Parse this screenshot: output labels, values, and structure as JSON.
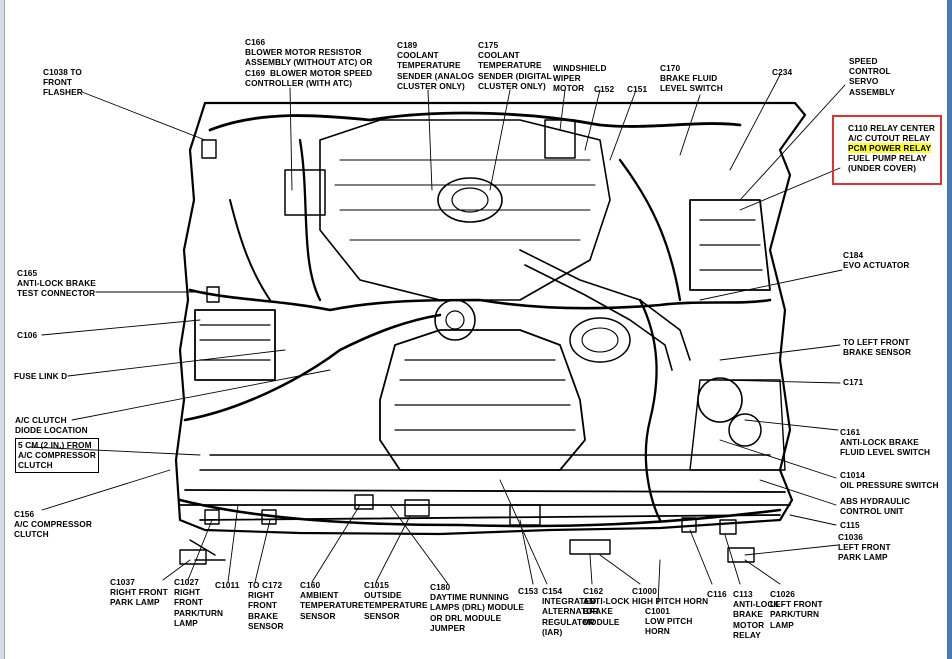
{
  "labels": {
    "c1038": "C1038 TO\nFRONT\nFLASHER",
    "c166": "C166\nBLOWER MOTOR RESISTOR\nASSEMBLY (WITHOUT ATC) OR\nC169  BLOWER MOTOR SPEED\nCONTROLLER (WITH ATC)",
    "c189": "C189\nCOOLANT\nTEMPERATURE\nSENDER (ANALOG\nCLUSTER ONLY)",
    "c175": "C175\nCOOLANT\nTEMPERATURE\nSENDER (DIGITAL\nCLUSTER ONLY)",
    "windshield": "WINDSHIELD\nWIPER\nMOTOR",
    "c152": "C152",
    "c151": "C151",
    "c170": "C170\nBRAKE FLUID\nLEVEL SWITCH",
    "c234": "C234",
    "speed_control": "SPEED\nCONTROL\nSERVO\nASSEMBLY",
    "c110_line1": "C110 RELAY CENTER",
    "c110_line2": "A/C CUTOUT RELAY",
    "c110_highlight": "PCM POWER RELAY",
    "c110_line4": "FUEL PUMP RELAY",
    "c110_line5": "(UNDER COVER)",
    "c165": "C165\nANTI-LOCK BRAKE\nTEST CONNECTOR",
    "c106": "C106",
    "fuse_link": "FUSE LINK D",
    "ac_clutch_diode": "A/C CLUTCH\nDIODE LOCATION",
    "ac_clutch_note": "5 CM (2 IN.) FROM\nA/C COMPRESSOR\nCLUTCH",
    "c156": "C156\nA/C COMPRESSOR\nCLUTCH",
    "c184": "C184\nEVO ACTUATOR",
    "left_front_brake_sensor": "TO LEFT FRONT\nBRAKE SENSOR",
    "c171": "C171",
    "c161": "C161\nANTI-LOCK BRAKE\nFLUID LEVEL SWITCH",
    "c1014": "C1014\nOIL PRESSURE SWITCH",
    "abs_hydraulic": "ABS HYDRAULIC\nCONTROL UNIT",
    "c115": "C115",
    "c1036": "C1036\nLEFT FRONT\nPARK LAMP",
    "c1037": "C1037\nRIGHT FRONT\nPARK LAMP",
    "c1027": "C1027\nRIGHT\nFRONT\nPARK/TURN\nLAMP",
    "c1011": "C1011",
    "to_c172": "TO C172\nRIGHT\nFRONT\nBRAKE\nSENSOR",
    "c160": "C160\nAMBIENT\nTEMPERATURE\nSENSOR",
    "c1015": "C1015\nOUTSIDE\nTEMPERATURE\nSENSOR",
    "c180": "C180\nDAYTIME RUNNING\nLAMPS (DRL) MODULE\nOR DRL MODULE\nJUMPER",
    "c153": "C153",
    "c154": "C154\nINTEGRATED\nALTERNATOR\nREGULATOR\n(IAR)",
    "c162": "C162\nANTI-LOCK\nBRAKE\nMODULE",
    "c1000": "C1000\nHIGH PITCH HORN",
    "c1001": "C1001\nLOW PITCH\nHORN",
    "c116": "C116",
    "c113": "C113\nANTI-LOCK\nBRAKE\nMOTOR\nRELAY",
    "c1026": "C1026\nLEFT FRONT\nPARK/TURN\nLAMP"
  },
  "colors": {
    "highlight": "#ffff2e",
    "callout_box": "#e33030",
    "ink": "#000000",
    "window_edge": "#4f79b3"
  }
}
